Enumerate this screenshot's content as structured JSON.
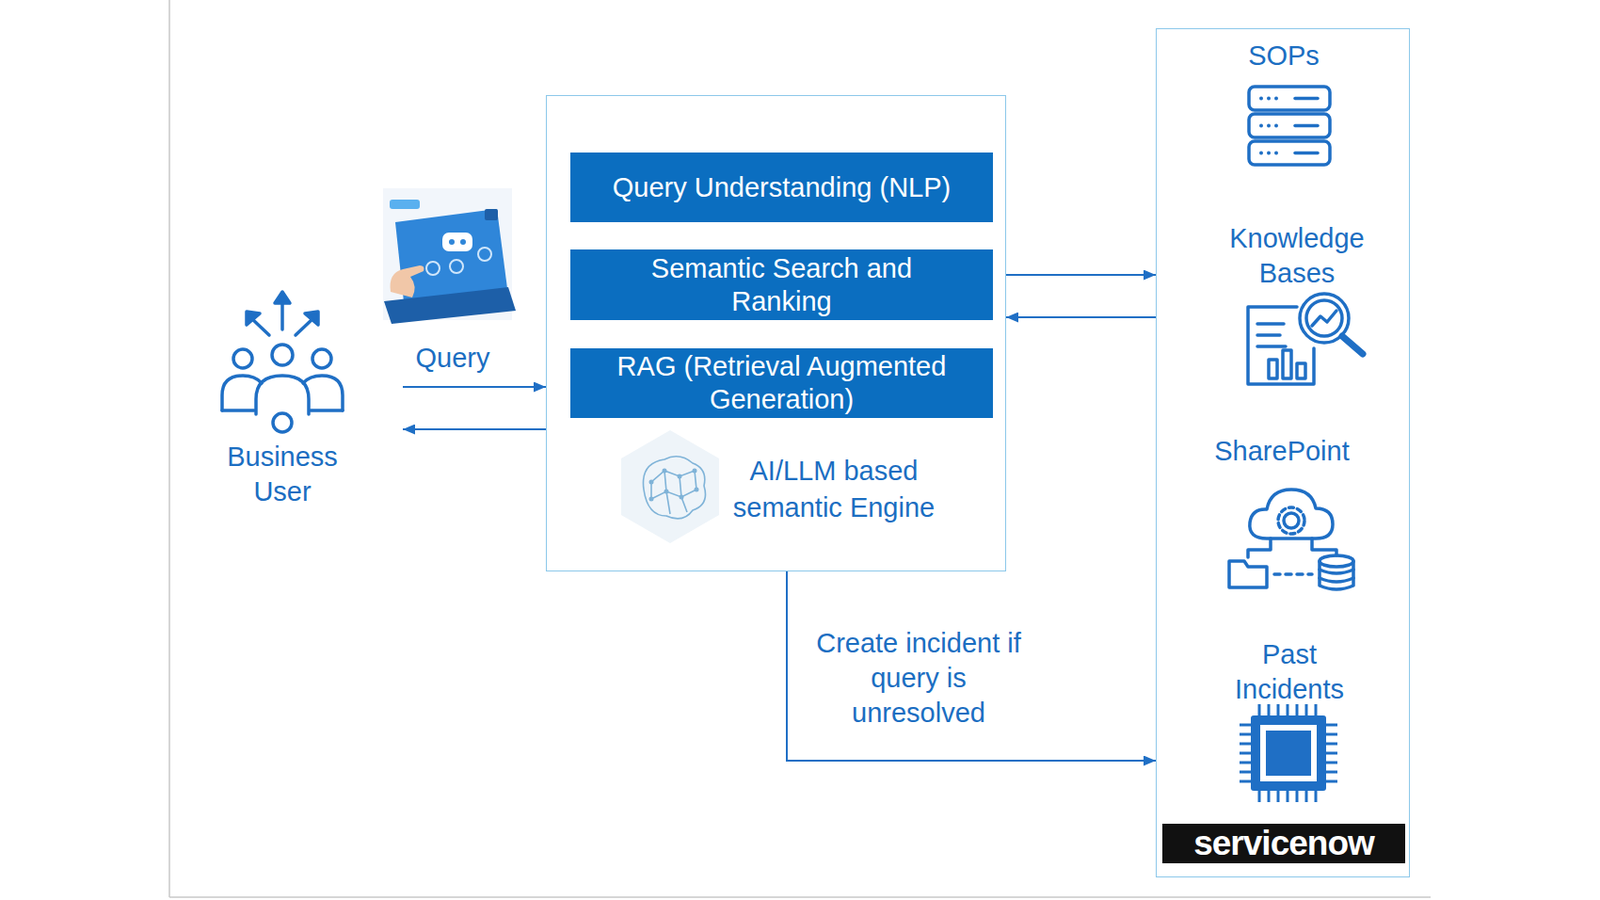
{
  "diagram": {
    "nodes": [
      {
        "text": [
          "Business User"
        ]
      },
      {
        "text": [
          "AI/LLM based semantic Engine"
        ]
      },
      {
        "text": [
          "Query Understanding (NLP)"
        ],
        "in": 1
      },
      {
        "text": [
          "Semantic Search and Ranking"
        ],
        "in": 1
      },
      {
        "text": [
          "RAG (Retrieval Augmented Generation)"
        ],
        "in": 1
      },
      {
        "text": [
          "SOPs",
          "Knowledge Bases",
          "SharePoint",
          "Past Incidents"
        ]
      },
      {
        "text": [
          "servicenow"
        ],
        "in": 5
      }
    ],
    "edges": [
      {
        "from": 0,
        "to": 1,
        "label": "Query",
        "arrow": "to"
      },
      {
        "from": 1,
        "to": 0,
        "arrow": "to"
      },
      {
        "from": 1,
        "to": 5,
        "arrow": "to"
      },
      {
        "from": 5,
        "to": 1,
        "arrow": "to"
      },
      {
        "from": 1,
        "to": 5,
        "label": "Create incident if query is unresolved",
        "arrow": "to"
      }
    ]
  }
}
